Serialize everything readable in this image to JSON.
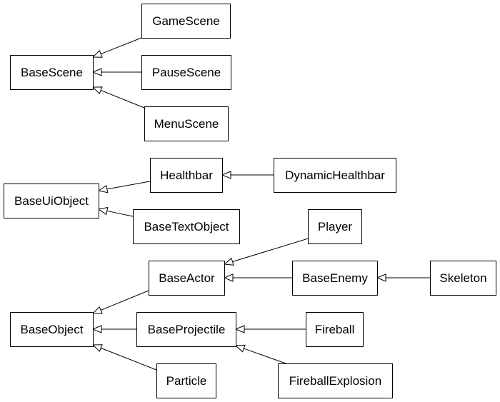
{
  "diagram": {
    "type": "inheritance-diagram",
    "nodes": [
      {
        "id": "GameScene",
        "label": "GameScene"
      },
      {
        "id": "BaseScene",
        "label": "BaseScene"
      },
      {
        "id": "PauseScene",
        "label": "PauseScene"
      },
      {
        "id": "MenuScene",
        "label": "MenuScene"
      },
      {
        "id": "Healthbar",
        "label": "Healthbar"
      },
      {
        "id": "DynamicHealthbar",
        "label": "DynamicHealthbar"
      },
      {
        "id": "BaseUiObject",
        "label": "BaseUiObject"
      },
      {
        "id": "BaseTextObject",
        "label": "BaseTextObject"
      },
      {
        "id": "Player",
        "label": "Player"
      },
      {
        "id": "BaseActor",
        "label": "BaseActor"
      },
      {
        "id": "BaseEnemy",
        "label": "BaseEnemy"
      },
      {
        "id": "Skeleton",
        "label": "Skeleton"
      },
      {
        "id": "BaseObject",
        "label": "BaseObject"
      },
      {
        "id": "BaseProjectile",
        "label": "BaseProjectile"
      },
      {
        "id": "Fireball",
        "label": "Fireball"
      },
      {
        "id": "Particle",
        "label": "Particle"
      },
      {
        "id": "FireballExplosion",
        "label": "FireballExplosion"
      }
    ],
    "edges": [
      {
        "child": "GameScene",
        "parent": "BaseScene"
      },
      {
        "child": "PauseScene",
        "parent": "BaseScene"
      },
      {
        "child": "MenuScene",
        "parent": "BaseScene"
      },
      {
        "child": "Healthbar",
        "parent": "BaseUiObject"
      },
      {
        "child": "BaseTextObject",
        "parent": "BaseUiObject"
      },
      {
        "child": "DynamicHealthbar",
        "parent": "Healthbar"
      },
      {
        "child": "BaseActor",
        "parent": "BaseObject"
      },
      {
        "child": "BaseProjectile",
        "parent": "BaseObject"
      },
      {
        "child": "Particle",
        "parent": "BaseObject"
      },
      {
        "child": "Player",
        "parent": "BaseActor"
      },
      {
        "child": "BaseEnemy",
        "parent": "BaseActor"
      },
      {
        "child": "Skeleton",
        "parent": "BaseEnemy"
      },
      {
        "child": "Fireball",
        "parent": "BaseProjectile"
      },
      {
        "child": "FireballExplosion",
        "parent": "BaseProjectile"
      }
    ]
  }
}
